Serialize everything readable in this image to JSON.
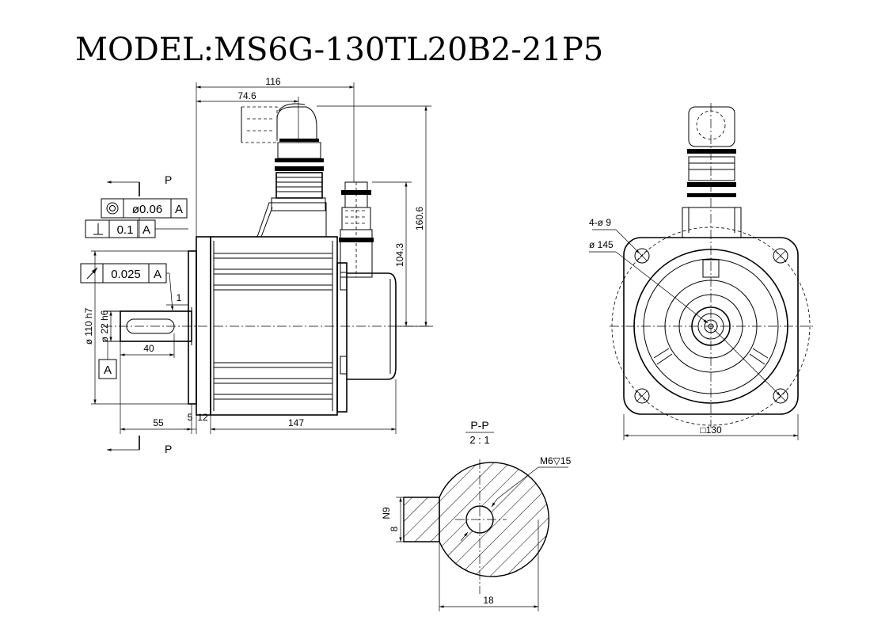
{
  "title": "MODEL:MS6G-130TL20B2-21P5",
  "side_view": {
    "dim_overall_top": "116",
    "dim_connector_offset": "74.6",
    "dim_height_connector": "160.6",
    "dim_height_plug": "104.3",
    "dim_shaft_length": "55",
    "dim_flange_a": "5",
    "dim_flange_b": "12",
    "dim_body_length": "147",
    "dim_key_length": "40",
    "dim_spigot_dia": "ø 110 h7",
    "dim_shaft_dia": "ø 22 h6",
    "dim_step": "1",
    "section_marker": "P",
    "datum_label": "A",
    "tol_coaxiality": "ø0.06",
    "tol_perpendicularity": "0.1",
    "tol_runout": "0.025"
  },
  "front_view": {
    "holes_label": "4-ø 9",
    "pcd_label": "ø 145",
    "flange_square": "□130"
  },
  "section_view": {
    "title": "P-P",
    "scale": "2 : 1",
    "thread_label": "M6▽15",
    "key_depth": "N9",
    "key_width": "8",
    "shaft_width": "18"
  }
}
